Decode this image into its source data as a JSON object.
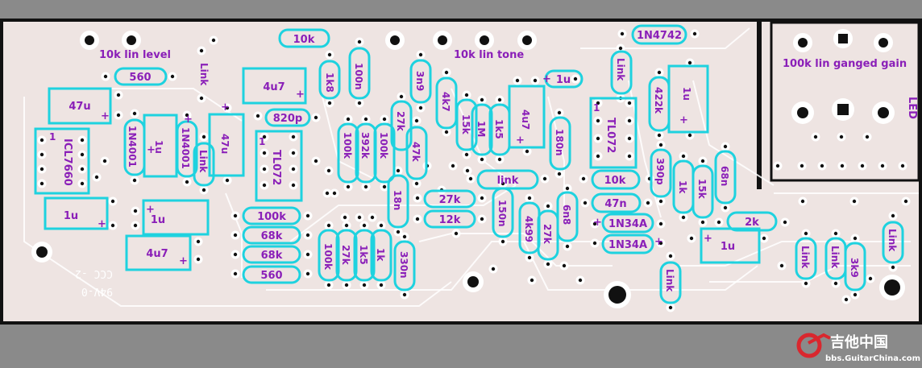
{
  "board": {
    "background_color": "#8a8a8a",
    "pcb_color": "#eee4e2",
    "outline_color": "#111111",
    "part_outline_color": "#1ed2df",
    "label_color": "#8a1fb8",
    "pad_color": "#ffffff"
  },
  "controls": {
    "level": "10k lin level",
    "tone": "10k lin tone",
    "gain": "100k lin ganged gain",
    "led": "LED"
  },
  "parts": {
    "r_10k_top": "10k",
    "r_560_top": "560",
    "link_1": "Link",
    "c_4u7_top": "4u7",
    "r_1k8": "1k8",
    "c_100n_top": "100n",
    "c_3n9": "3n9",
    "c_820p": "820p",
    "c_47u_left": "47u",
    "pin1_icl": "1",
    "ic_icl7660": "ICL7660",
    "d_1n4001_a": "1N4001",
    "c_1u_small": "1u",
    "d_1n4001_b": "1N4001",
    "link_2": "Link",
    "c_47u_mid": "47u",
    "pin1_tl_a": "1",
    "ic_tl072_a": "TL072",
    "c_1u_left": "1u",
    "c_1u_mid": "1u",
    "c_4u7_bottom": "4u7",
    "r_100k_a": "100k",
    "r_68k_a": "68k",
    "r_68k_b": "68k",
    "r_560_bottom": "560",
    "r_100k_b": "100k",
    "r_392k": "392k",
    "r_100k_c": "100k",
    "r_27k_a": "27k",
    "r_47k": "47k",
    "r_4k7": "4k7",
    "r_15k_a": "15k",
    "r_1m": "1M",
    "r_1k5_a": "1k5",
    "c_4u7_tone": "4u7",
    "c_1u_tone": "1u",
    "r_180n": "180n",
    "pin1_tl_b": "1",
    "ic_tl072_b": "TL072",
    "r_10k_mid": "10k",
    "link_3": "Link",
    "link_4": "link",
    "r_18n": "18n",
    "r_27k_b": "27k",
    "r_12k": "12k",
    "c_150n": "150n",
    "r_4k99": "4k99",
    "r_27k_c": "27k",
    "c_6n8": "6n8",
    "c_47n": "47n",
    "d_1n34a_a": "1N34A",
    "d_1n34a_b": "1N34A",
    "d_1n4742": "1N4742",
    "r_422k": "422k",
    "c_1u_right": "1u",
    "c_390p": "390p",
    "r_1k_right": "1k",
    "r_15k_b": "15k",
    "c_68n": "68n",
    "r_2k": "2k",
    "c_1u_bottom": "1u",
    "r_100k_d": "100k",
    "r_27k_d": "27k",
    "r_1k5_b": "1k5",
    "r_1k_bottom": "1k",
    "c_330n": "330n",
    "link_5": "Link",
    "link_6": "Link",
    "link_7": "Link",
    "link_8": "Link",
    "r_3k9": "3k9",
    "polarity_plus": "+"
  },
  "silkscreen": {
    "line1": "CCC -2",
    "line2": "94V-0"
  },
  "watermark": {
    "name": "吉他中国",
    "url": "bbs.GuitarChina.com"
  }
}
